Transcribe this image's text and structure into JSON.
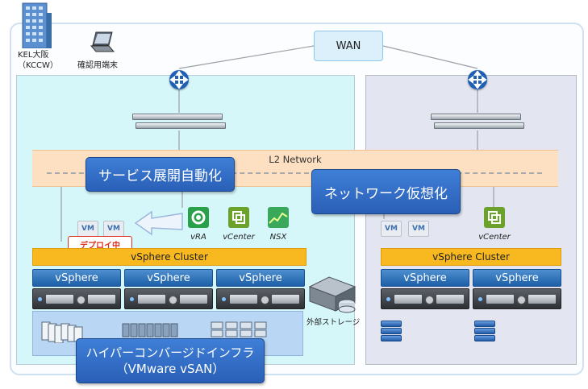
{
  "building": {
    "label_line1": "KEL大阪",
    "label_line2": "（KCCW）"
  },
  "laptop": {
    "label": "確認用端末"
  },
  "wan": {
    "label": "WAN"
  },
  "l2": {
    "label": "L2 Network"
  },
  "callouts": {
    "service": "サービス展開自動化",
    "network": "ネットワーク仮想化",
    "hci_line1": "ハイパーコンバージドインフラ",
    "hci_line2": "（VMware vSAN）"
  },
  "left_site": {
    "vm_labels": [
      "VM",
      "VM"
    ],
    "deploy_label": "デプロイ中",
    "apps": [
      {
        "label": "vRA",
        "icon": "vra-icon",
        "color": "#2aa04a"
      },
      {
        "label": "vCenter",
        "icon": "vcenter-icon",
        "color": "#6aa22c"
      },
      {
        "label": "NSX",
        "icon": "nsx-icon",
        "color": "#39a85a"
      }
    ],
    "cluster_label": "vSphere Cluster",
    "hosts": [
      "vSphere",
      "vSphere",
      "vSphere"
    ],
    "storage_label": "外部ストレージ"
  },
  "right_site": {
    "vm_labels": [
      "VM",
      "VM"
    ],
    "app": {
      "label": "vCenter",
      "icon": "vcenter-icon"
    },
    "cluster_label": "vSphere Cluster",
    "hosts": [
      "vSphere",
      "vSphere"
    ]
  },
  "colors": {
    "accent": "#2a5fb7",
    "cluster": "#f8b820",
    "warning": "#e0301e"
  }
}
